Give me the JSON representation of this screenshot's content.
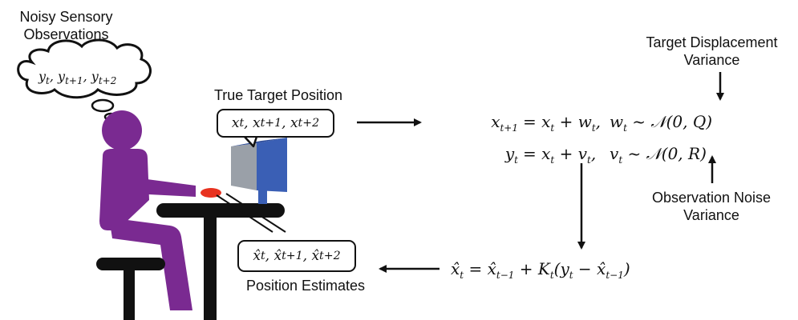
{
  "colors": {
    "person": "#7a2a91",
    "table": "#111111",
    "monitor_blue": "#3a5fb5",
    "monitor_screen": "#9aa0a8",
    "mouse_red": "#e8321f"
  },
  "labels": {
    "noisy_line1": "Noisy Sensory",
    "noisy_line2": "Observations",
    "true_target": "True Target Position",
    "position_estimates": "Position Estimates",
    "target_disp_line1": "Target Displacement",
    "target_disp_line2": "Variance",
    "obs_noise_line1": "Observation Noise",
    "obs_noise_line2": "Variance"
  },
  "bubbles": {
    "thought": "y_t, y_{t+1}, y_{t+2}",
    "true_positions": "x_t, x_{t+1}, x_{t+2}",
    "estimates": "x̂_t, x̂_{t+1}, x̂_{t+2}"
  },
  "equations": {
    "state_lhs": "x_{t+1}",
    "state_rhs": "= x_t + w_t,",
    "state_noise": "w_t ~ 𝒩(0, Q)",
    "obs_lhs": "y_t",
    "obs_rhs": "= x_t + v_t,",
    "obs_noise": "v_t ~ 𝒩(0, R)",
    "update": "x̂_t = x̂_{t−1} + K_t(y_t − x̂_{t−1})"
  }
}
